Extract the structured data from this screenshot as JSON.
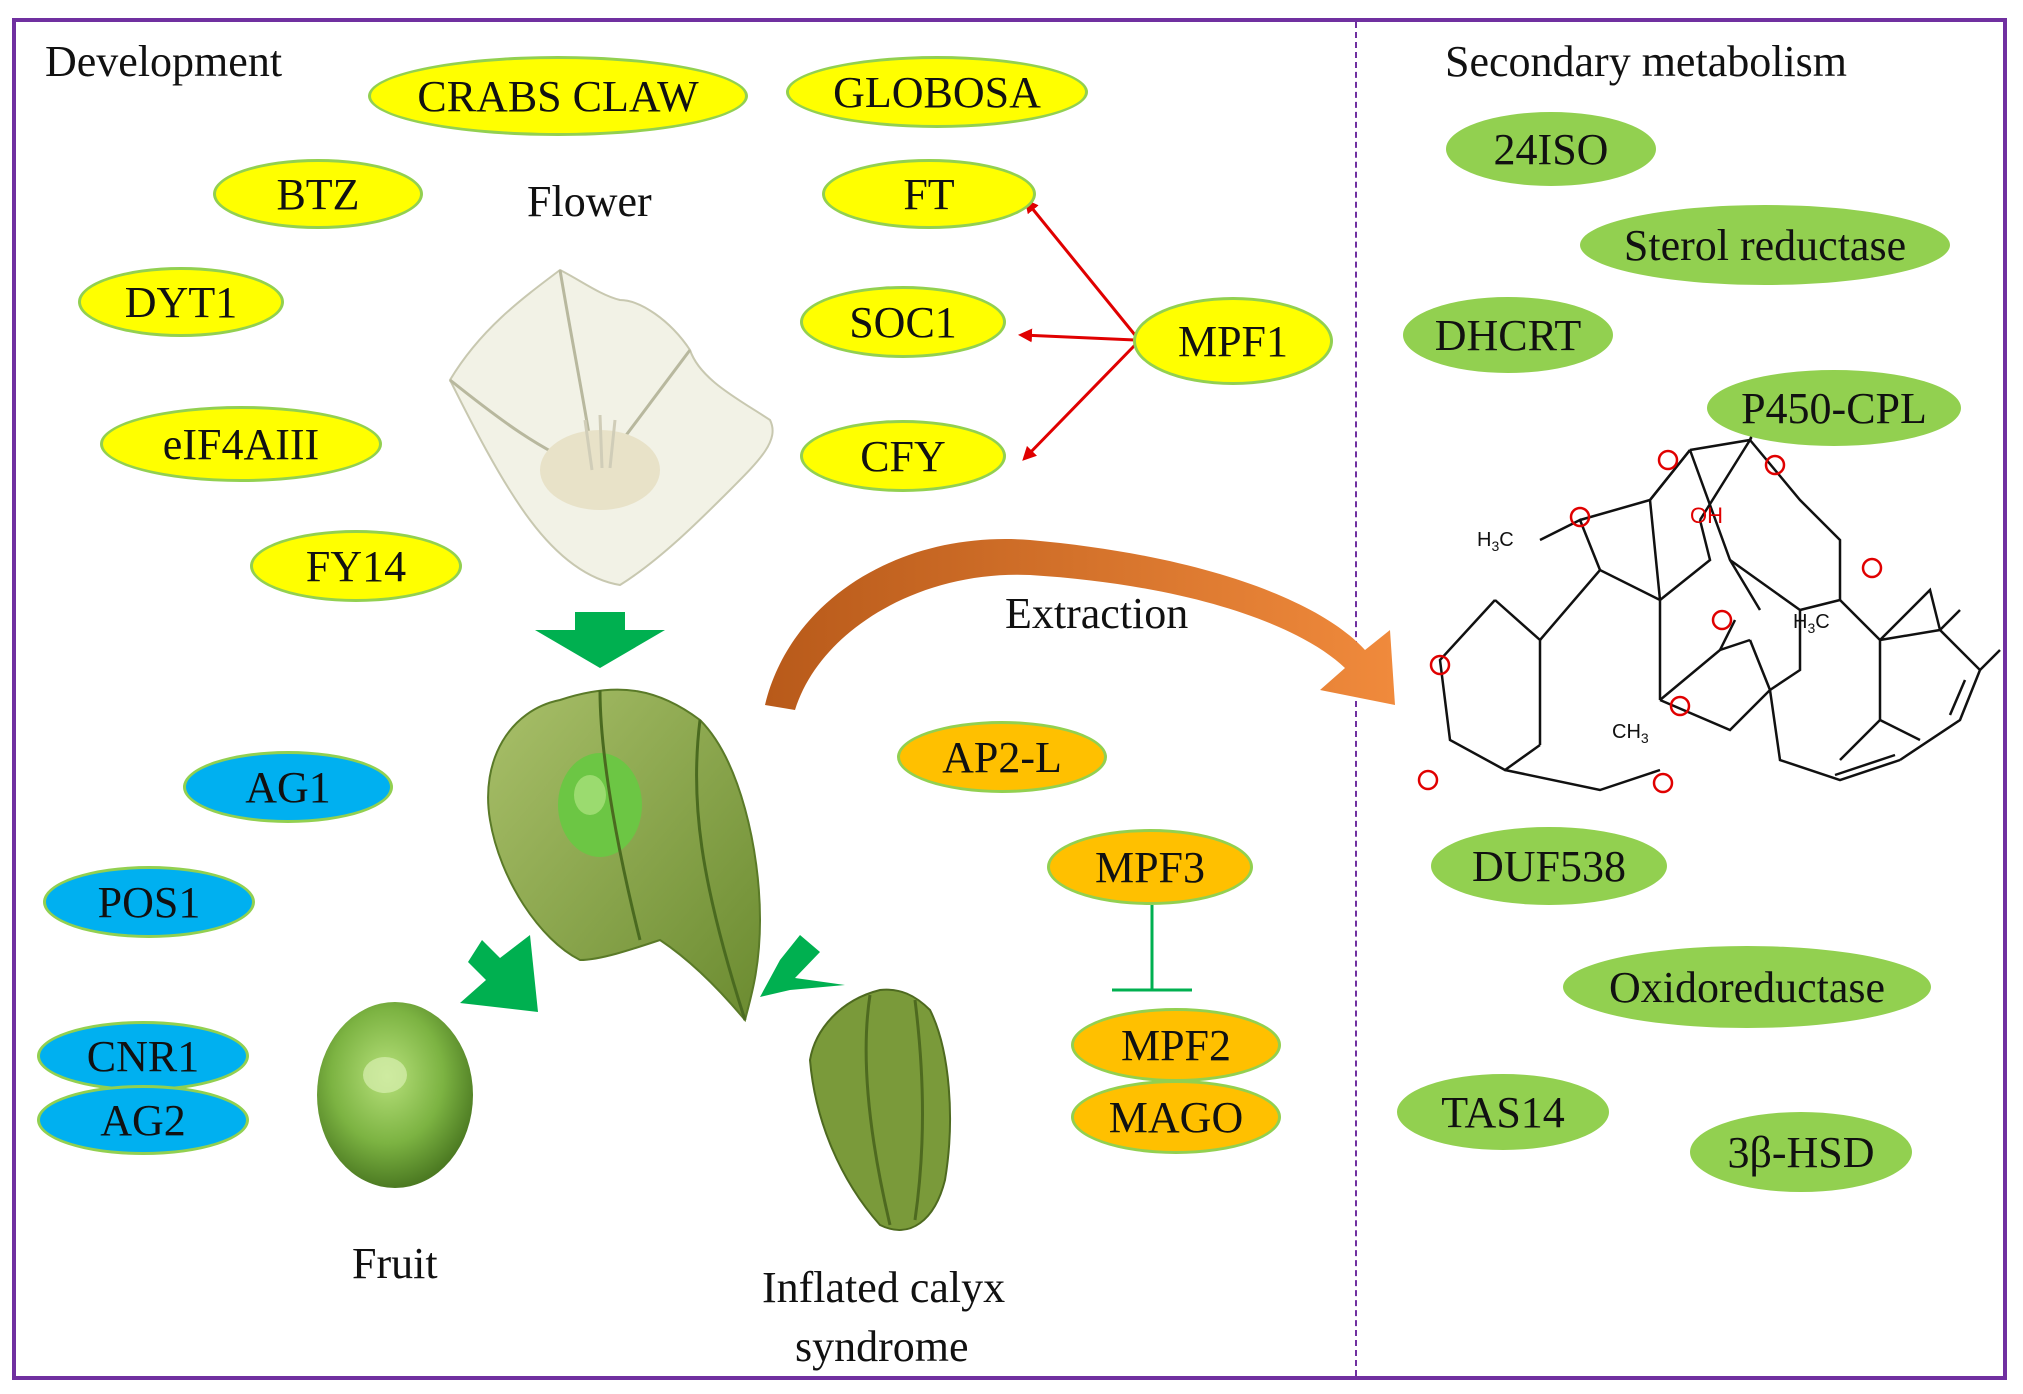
{
  "sections": {
    "development": "Development",
    "secondary_metabolism": "Secondary metabolism"
  },
  "stages": {
    "flower": "Flower",
    "fruit": "Fruit",
    "inflated_calyx_line1": "Inflated calyx",
    "inflated_calyx_line2": "syndrome",
    "extraction": "Extraction"
  },
  "genes": {
    "crabs_claw": "CRABS CLAW",
    "globosa": "GLOBOSA",
    "btz": "BTZ",
    "ft": "FT",
    "dyt1": "DYT1",
    "soc1": "SOC1",
    "mpf1": "MPF1",
    "eif4aiii": "eIF4AIII",
    "cfy": "CFY",
    "fy14": "FY14",
    "ag1": "AG1",
    "pos1": "POS1",
    "cnr1": "CNR1",
    "ag2": "AG2",
    "ap2l": "AP2-L",
    "mpf3": "MPF3",
    "mpf2": "MPF2",
    "mago": "MAGO"
  },
  "metabolism_genes": {
    "iso24": "24ISO",
    "sterol_reductase": "Sterol reductase",
    "dhcrt": "DHCRT",
    "p450_cpl": "P450-CPL",
    "duf538": "DUF538",
    "oxidoreductase": "Oxidoreductase",
    "tas14": "TAS14",
    "hsd3b": "3β-HSD"
  },
  "molecule": {
    "methyl_1": "H3C",
    "hydroxyl": "OH",
    "methyl_2": "H3C",
    "methyl_3": "CH3",
    "oxygen": "O"
  },
  "colors": {
    "border": "#7030a0",
    "yellow_gene": "#ffff00",
    "blue_gene": "#00b0f0",
    "orange_gene": "#ffc000",
    "green_gene": "#92d050",
    "activation_arrow": "#e00000",
    "inhibition": "#00b050",
    "stage_arrow": "#00b050",
    "extraction_arrow": "#d2691e"
  }
}
